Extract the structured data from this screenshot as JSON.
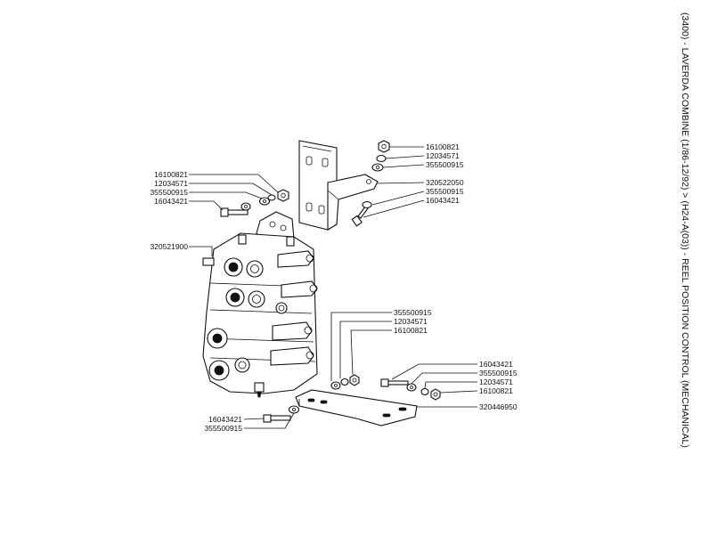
{
  "title": "(3400) - LAVERDA COMBINE (1/86-12/92) > (H24-A(03)) - REEL POSITION CONTROL (MECHANICAL)",
  "callouts": {
    "g1_a": "16100821",
    "g1_b": "12034571",
    "g1_c": "355500915",
    "g2_a": "320522050",
    "g2_b": "355500915",
    "g2_c": "16043421",
    "g3_a": "16100821",
    "g3_b": "12034571",
    "g3_c": "355500915",
    "g3_d": "16043421",
    "g4_a": "320521900",
    "g5_a": "355500915",
    "g5_b": "12034571",
    "g5_c": "16100821",
    "g6_a": "16043421",
    "g6_b": "355500915",
    "g6_c": "12034571",
    "g6_d": "16100821",
    "g7_a": "320446950",
    "g8_a": "16043421",
    "g8_b": "355500915"
  }
}
